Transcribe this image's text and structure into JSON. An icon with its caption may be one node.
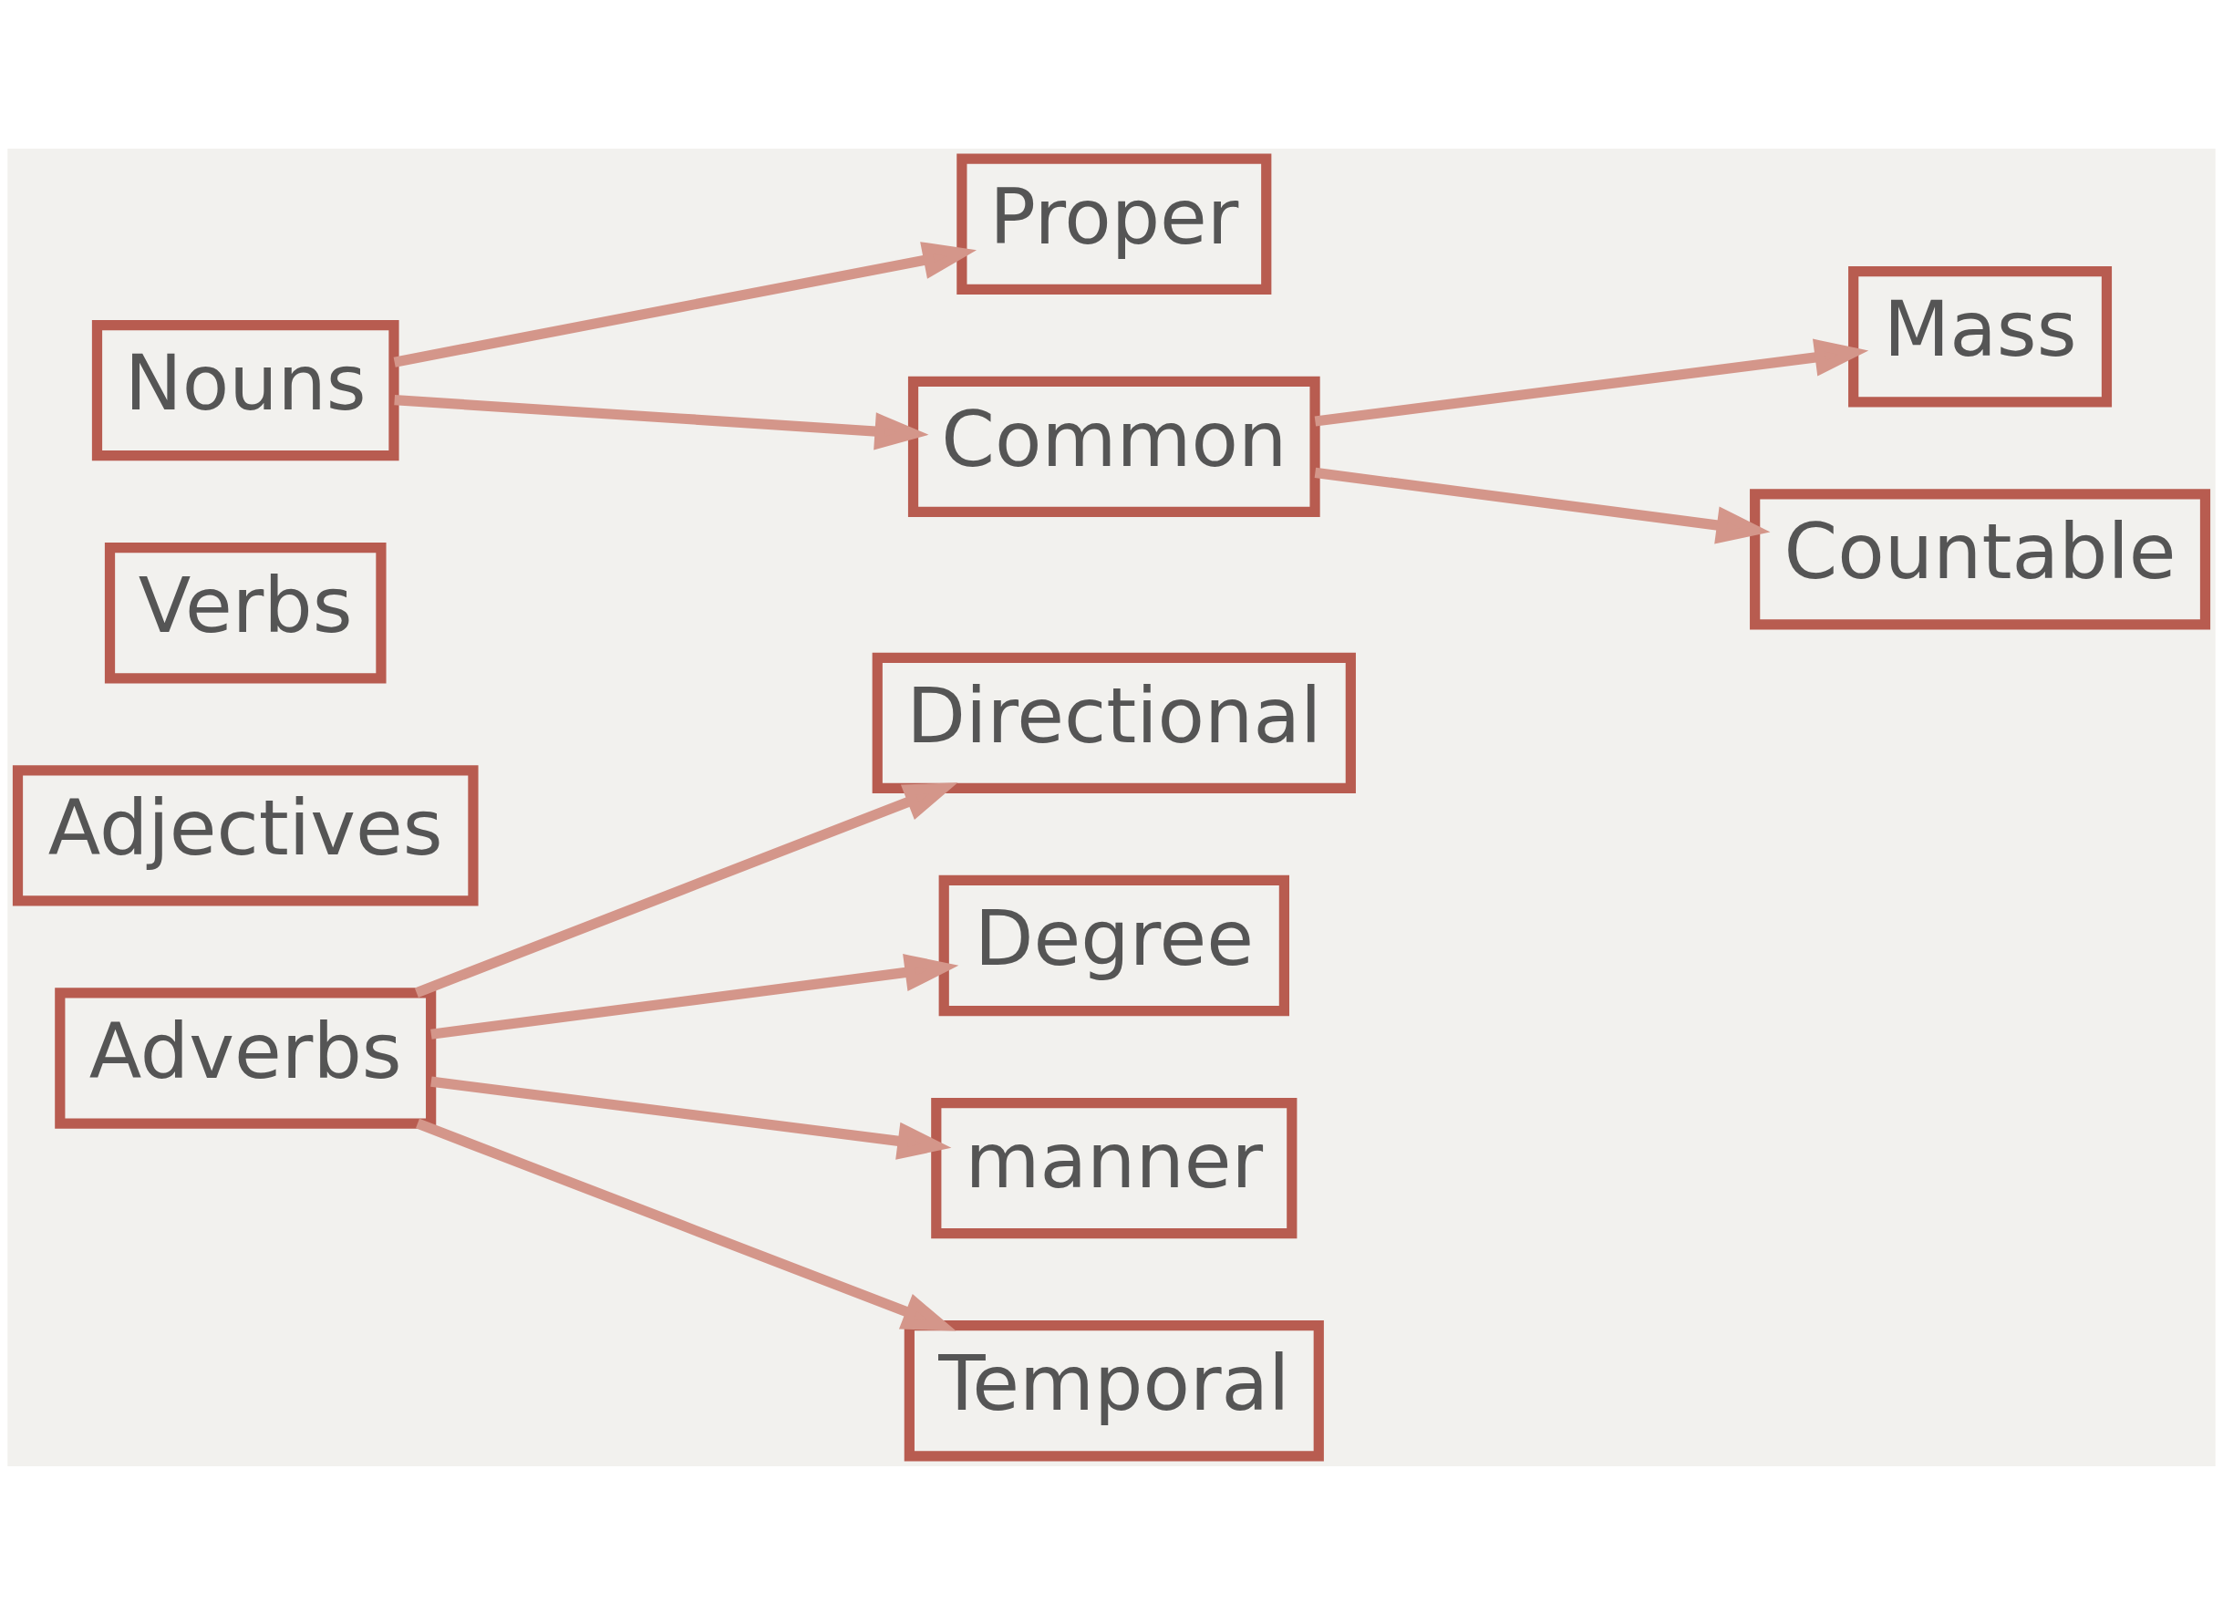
{
  "diagram": {
    "nodes": [
      {
        "text": [
          "Nouns"
        ]
      },
      {
        "text": [
          "Proper"
        ]
      },
      {
        "text": [
          "Common"
        ]
      },
      {
        "text": [
          "Mass"
        ]
      },
      {
        "text": [
          "Countable"
        ]
      },
      {
        "text": [
          "Verbs"
        ]
      },
      {
        "text": [
          "Adjectives"
        ]
      },
      {
        "text": [
          "Adverbs"
        ]
      },
      {
        "text": [
          "Directional"
        ]
      },
      {
        "text": [
          "Degree"
        ]
      },
      {
        "text": [
          "manner"
        ]
      },
      {
        "text": [
          "Temporal"
        ]
      }
    ],
    "edges": [
      {
        "from": 0,
        "to": 1,
        "arrow": "to"
      },
      {
        "from": 0,
        "to": 2,
        "arrow": "to"
      },
      {
        "from": 2,
        "to": 3,
        "arrow": "to"
      },
      {
        "from": 2,
        "to": 4,
        "arrow": "to"
      },
      {
        "from": 7,
        "to": 8,
        "arrow": "to"
      },
      {
        "from": 7,
        "to": 9,
        "arrow": "to"
      },
      {
        "from": 7,
        "to": 10,
        "arrow": "to"
      },
      {
        "from": 7,
        "to": 11,
        "arrow": "to"
      }
    ]
  }
}
